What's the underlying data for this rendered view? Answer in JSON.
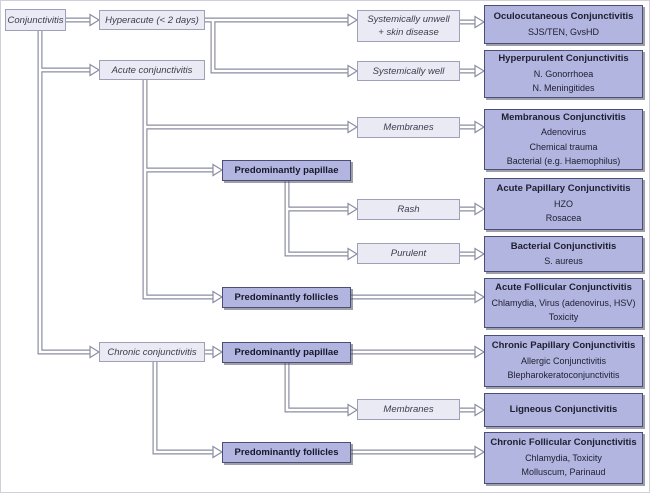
{
  "diagram": {
    "root": "Conjunctivitis",
    "onset": {
      "hyperacute": "Hyperacute (< 2 days)",
      "acute": "Acute conjunctivitis",
      "chronic": "Chronic conjunctivitis"
    },
    "features": {
      "systemically_unwell": [
        "Systemically unwell",
        "+ skin disease"
      ],
      "systemically_well": "Systemically well",
      "acute_membranes": "Membranes",
      "acute_papillae": "Predominantly papillae",
      "rash": "Rash",
      "purulent": "Purulent",
      "acute_follicles": "Predominantly follicles",
      "chronic_papillae": "Predominantly papillae",
      "chronic_membranes": "Membranes",
      "chronic_follicles": "Predominantly follicles"
    },
    "diagnoses": [
      {
        "title": "Oculocutaneous Conjunctivitis",
        "causes": [
          "SJS/TEN, GvsHD"
        ]
      },
      {
        "title": "Hyperpurulent Conjunctivitis",
        "causes": [
          "N. Gonorrhoea",
          "N. Meningitides"
        ]
      },
      {
        "title": "Membranous Conjunctivitis",
        "causes": [
          "Adenovirus",
          "Chemical trauma",
          "Bacterial (e.g. Haemophilus)"
        ]
      },
      {
        "title": "Acute Papillary Conjunctivitis",
        "causes": [
          "HZO",
          "Rosacea"
        ]
      },
      {
        "title": "Bacterial Conjunctivitis",
        "causes": [
          "S. aureus"
        ]
      },
      {
        "title": "Acute Follicular Conjunctivitis",
        "causes": [
          "Chlamydia, Virus (adenovirus, HSV)",
          "Toxicity"
        ]
      },
      {
        "title": "Chronic Papillary Conjunctivitis",
        "causes": [
          "Allergic Conjunctivitis",
          "Blepharokeratoconjunctivitis"
        ]
      },
      {
        "title": "Ligneous Conjunctivitis",
        "causes": []
      },
      {
        "title": "Chronic Follicular Conjunctivitis",
        "causes": [
          "Chlamydia, Toxicity",
          "Molluscum, Parinaud"
        ]
      }
    ]
  },
  "colors": {
    "light_fill": "#e9eaf4",
    "light_border": "#9ca0b8",
    "node_fill": "#b1b5df",
    "node_border": "#4b4f78",
    "connector": "#8b8ea2"
  }
}
